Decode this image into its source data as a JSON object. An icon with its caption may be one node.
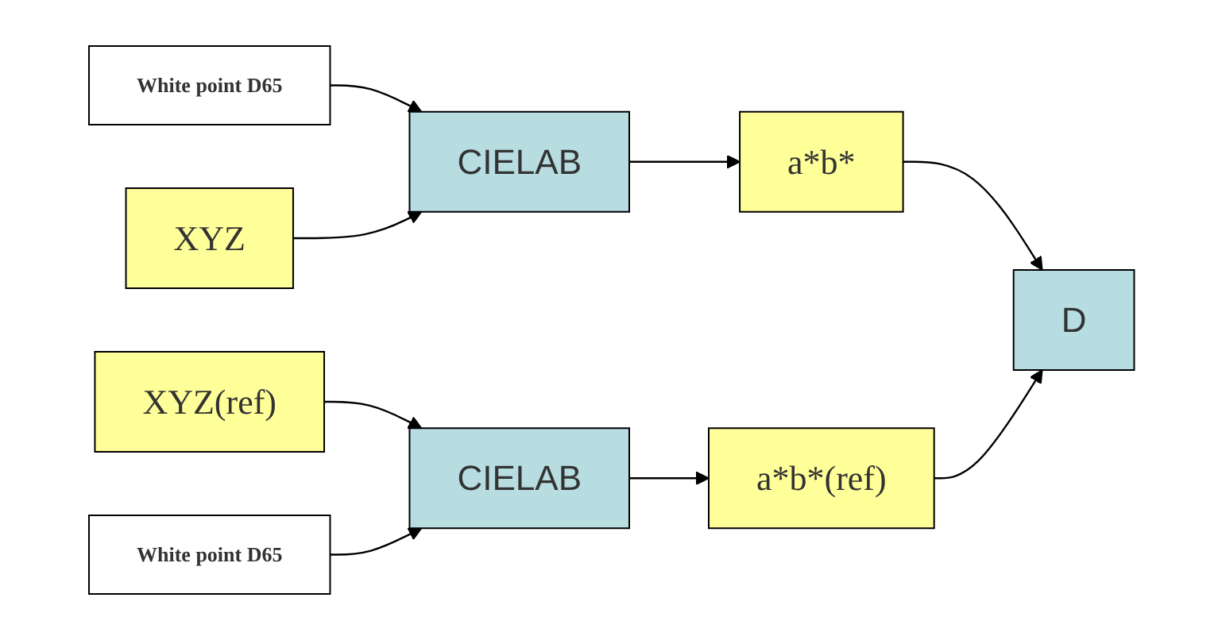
{
  "diagram": {
    "nodes": [
      {
        "text": [
          "White point  D65"
        ]
      },
      {
        "text": [
          "XYZ"
        ]
      },
      {
        "text": [
          "CIELAB"
        ]
      },
      {
        "text": [
          "a*b*"
        ]
      },
      {
        "text": [
          "D"
        ]
      },
      {
        "text": [
          "XYZ(ref)"
        ]
      },
      {
        "text": [
          "CIELAB"
        ]
      },
      {
        "text": [
          "a*b*(ref)"
        ]
      },
      {
        "text": [
          "White point  D65"
        ]
      }
    ],
    "edges": [
      {
        "from": 0,
        "to": 2,
        "arrow": "to"
      },
      {
        "from": 1,
        "to": 2,
        "arrow": "to"
      },
      {
        "from": 2,
        "to": 3,
        "arrow": "to"
      },
      {
        "from": 3,
        "to": 4,
        "arrow": "to"
      },
      {
        "from": 5,
        "to": 6,
        "arrow": "to"
      },
      {
        "from": 6,
        "to": 7,
        "arrow": "to"
      },
      {
        "from": 7,
        "to": 4,
        "arrow": "to"
      },
      {
        "from": 8,
        "to": 6,
        "arrow": "to"
      }
    ]
  }
}
